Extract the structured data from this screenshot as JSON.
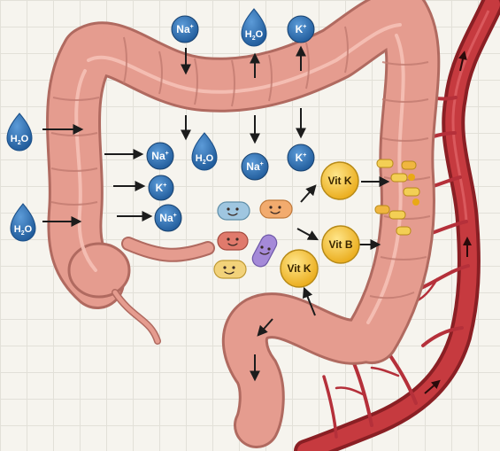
{
  "molecules": {
    "water": {
      "symbol": "H",
      "subscript": "2",
      "tail": "O"
    },
    "sodium": {
      "symbol": "Na",
      "charge": "+"
    },
    "potassium": {
      "symbol": "K",
      "charge": "+"
    }
  },
  "vitamins": {
    "vit_k": "Vit K",
    "vit_b": "Vit B"
  },
  "colors": {
    "colon": "#e59c8f",
    "colon_dark": "#b06a60",
    "artery": "#c0343a",
    "ion_blue": "#2f6fb0",
    "vitamin_gold": "#f2c12e"
  }
}
